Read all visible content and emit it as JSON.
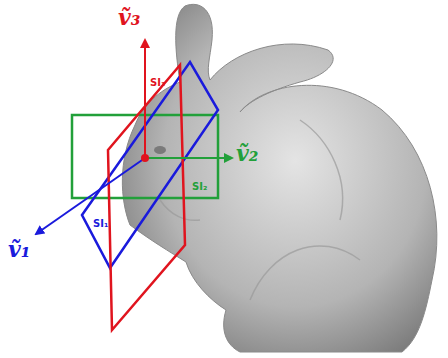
{
  "diagram": {
    "labels": [
      "ṽ₃",
      "ṽ₂",
      "ṽ₁",
      "SI₃",
      "SI₂",
      "SI₁"
    ]
  }
}
